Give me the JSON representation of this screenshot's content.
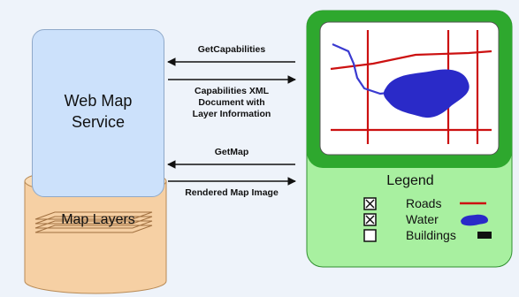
{
  "wms": {
    "title": "Web Map\nService"
  },
  "database": {
    "label": "Map Layers"
  },
  "messages": [
    {
      "text": "GetCapabilities",
      "direction": "to-service"
    },
    {
      "text": "Capabilities XML\nDocument with\nLayer Information",
      "direction": "to-client"
    },
    {
      "text": "GetMap",
      "direction": "to-service"
    },
    {
      "text": "Rendered Map Image",
      "direction": "to-client"
    }
  ],
  "legend": {
    "title": "Legend",
    "items": [
      {
        "label": "Roads",
        "checked": true,
        "symbol": "red-line"
      },
      {
        "label": "Water",
        "checked": true,
        "symbol": "blue-blob"
      },
      {
        "label": "Buildings",
        "checked": false,
        "symbol": "black-rect"
      }
    ]
  },
  "colors": {
    "service_fill": "#cce1fb",
    "database_fill": "#f6d0a4",
    "client_frame": "#2ea82e",
    "client_fill": "#a8f0a0",
    "road": "#cc1111",
    "water": "#2a2ac8",
    "river": "#3a3ad0"
  }
}
